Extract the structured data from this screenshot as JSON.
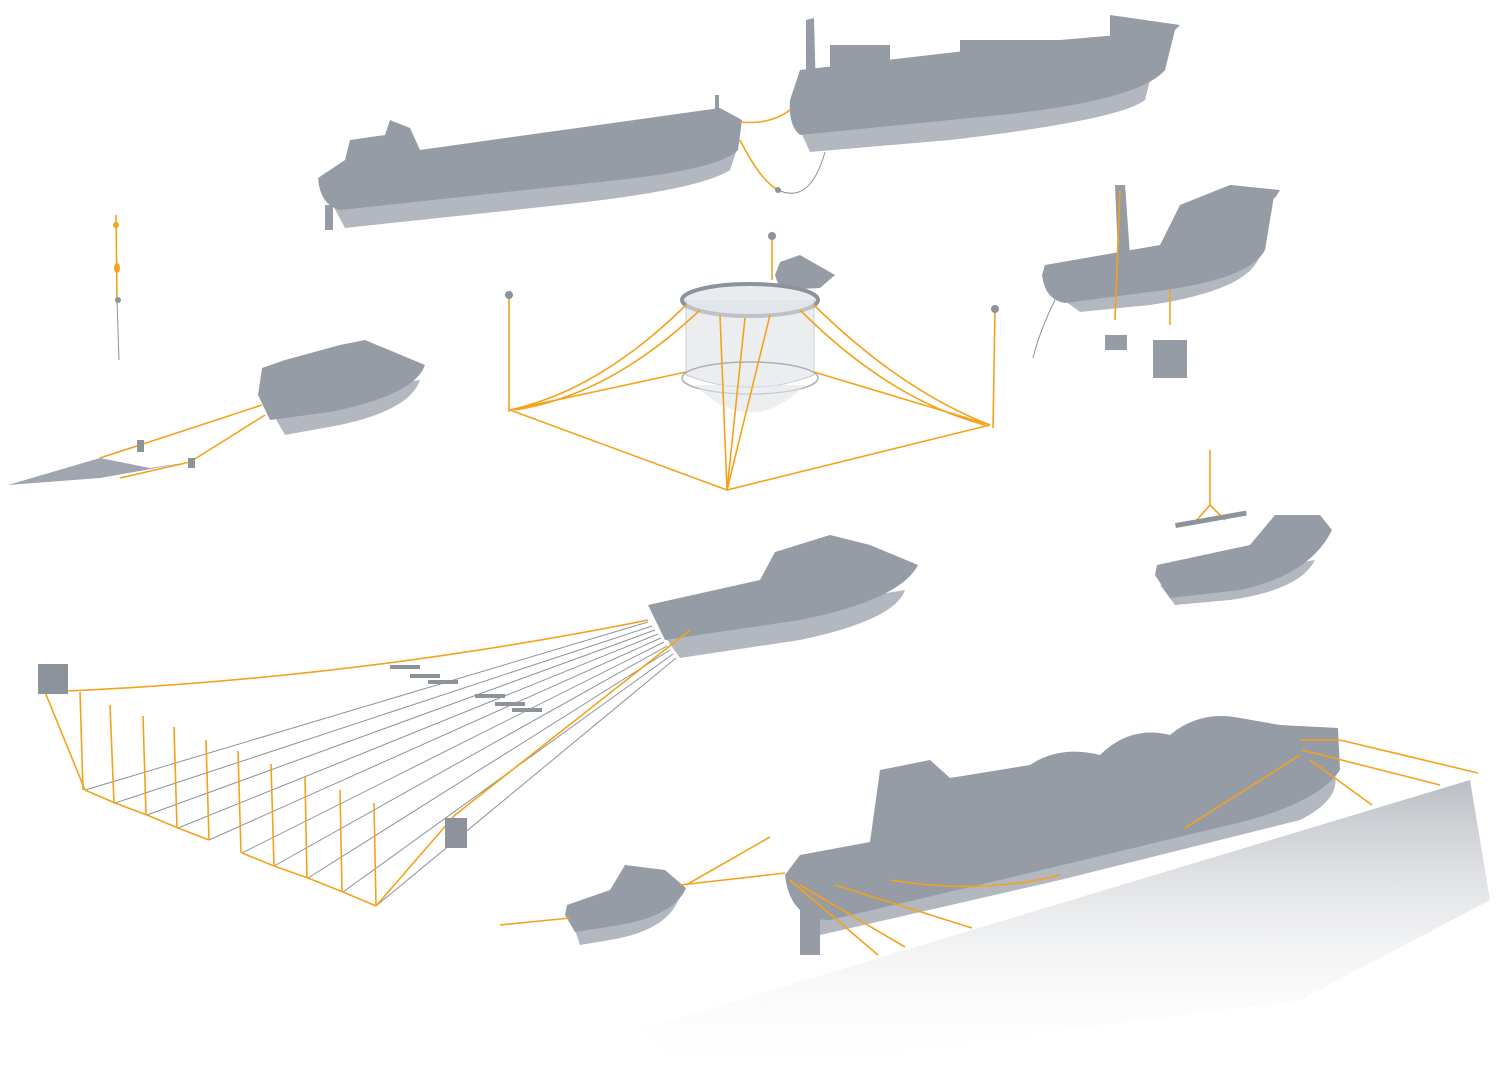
{
  "colors": {
    "ship": "#959ca6",
    "ship_shadow": "#b3b8c0",
    "mooring_line": "#f5a21b",
    "streamer_line": "#8d939b",
    "background": "#ffffff"
  },
  "scene": {
    "vessels": [
      "shuttle-tanker",
      "fpso",
      "offshore-construction-vessel",
      "fishing-trawler",
      "fish-farm-cage",
      "seismic-vessel",
      "supply-vessel",
      "tug",
      "lng-carrier"
    ]
  }
}
